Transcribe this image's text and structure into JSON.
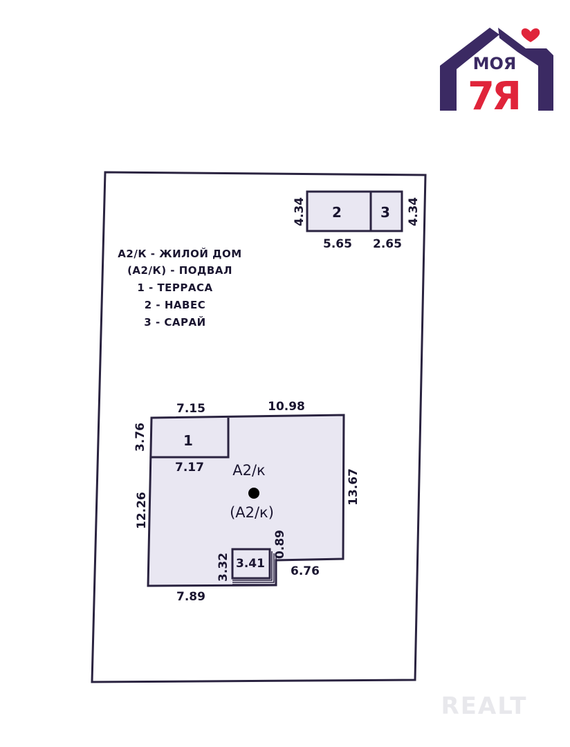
{
  "logo": {
    "line1": "МОЯ",
    "line2": "7Я",
    "colors": {
      "roof": "#3b2a63",
      "accent": "#e0243a"
    }
  },
  "watermark": {
    "text": "REALT"
  },
  "legend": {
    "items": [
      "А2/К - ЖИЛОЙ ДОМ",
      "(А2/К) - ПОДВАЛ",
      "1 - ТЕРРАСА",
      "2 - НАВЕС",
      "3 - САРАЙ"
    ]
  },
  "outbuildings": {
    "canopy_label": "2",
    "shed_label": "3",
    "dims": {
      "left_height": "4.34",
      "right_height": "4.34",
      "canopy_width": "5.65",
      "shed_width": "2.65"
    }
  },
  "house": {
    "label_main": "А2/к",
    "label_basement": "(А2/к)",
    "terrace_label": "1",
    "porch_label": "3.41",
    "dims": {
      "top_left": "7.15",
      "top_right": "10.98",
      "terrace_left": "3.76",
      "terrace_bottom": "7.17",
      "left": "12.26",
      "right": "13.67",
      "bottom_left": "7.89",
      "bottom_right": "6.76",
      "porch_height": "3.32",
      "porch_offset": "0.89"
    }
  }
}
